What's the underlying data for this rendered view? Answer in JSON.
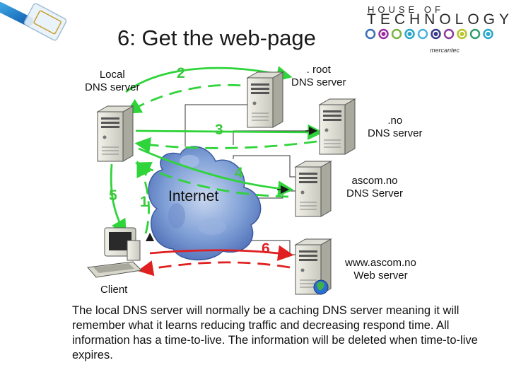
{
  "slide": {
    "title": "6: Get the web-page",
    "description": "The local DNS server will normally be a caching DNS server meaning it will remember what it learns reducing traffic and decreasing respond time. All information has a time-to-live. The information will be deleted when time-to-live expires."
  },
  "logo": {
    "line1": "HOUSE OF",
    "line2": "TECHNOLOGY",
    "subline": "mercantec",
    "dot_colors": [
      "#3b6fb6",
      "#9b2fa0",
      "#7cb342",
      "#2aa7c9",
      "#4fb3e0",
      "#3a3a8c",
      "#8e3a9a",
      "#b7c42a",
      "#2f9e6e",
      "#2aa7c9"
    ]
  },
  "diagram": {
    "cloud_label": "Internet",
    "nodes": {
      "local_dns": {
        "line1": "Local",
        "line2": "DNS server"
      },
      "root_dns": {
        "line1": ". root",
        "line2": "DNS server"
      },
      "no_dns": {
        "line1": ".no",
        "line2": "DNS server"
      },
      "ascom_dns": {
        "line1": "ascom.no",
        "line2": "DNS Server"
      },
      "web_server": {
        "line1": "www.ascom.no",
        "line2": "Web server"
      },
      "client": {
        "line1": "Client"
      }
    },
    "steps": [
      "2",
      "3",
      "4",
      "5",
      "1",
      "6"
    ],
    "colors": {
      "query_arrow": "#2fd43a",
      "number_green": "#3cc83c",
      "number_red": "#e02020",
      "web_arrow": "#e02020"
    }
  }
}
